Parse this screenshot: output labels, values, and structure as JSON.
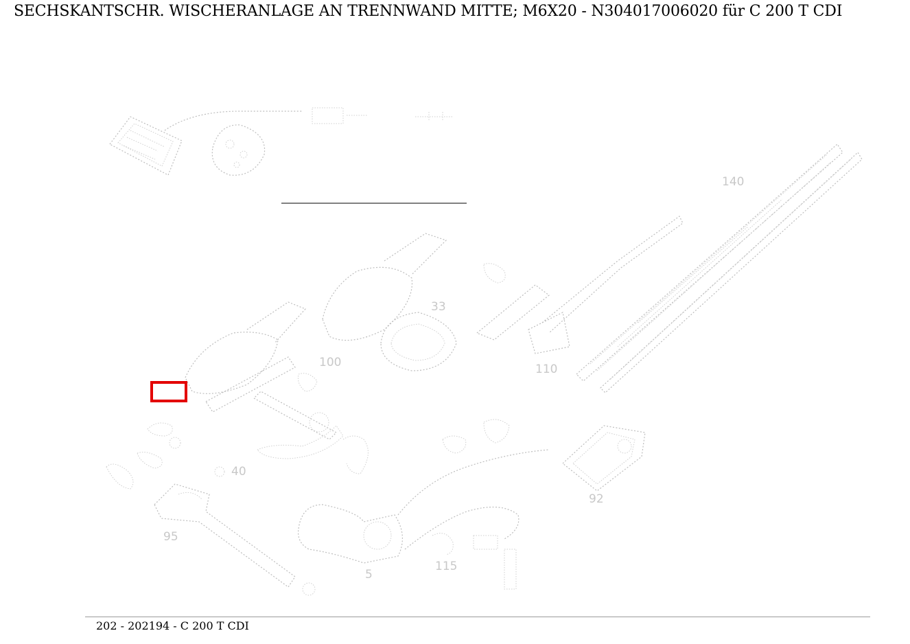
{
  "header": {
    "title": "SECHSKANTSCHR. WISCHERANLAGE AN TRENNWAND MITTE; M6X20 - N304017006020 für C 200 T CDI"
  },
  "footer": {
    "text": "202 - 202194 - C 200 T CDI"
  },
  "highlight": {
    "color": "#e30000"
  },
  "callouts": {
    "n1": "40",
    "n2": "140",
    "n3": "100",
    "n4": "110",
    "n5": "33",
    "n6": "92",
    "n7": "95",
    "n8": "5",
    "n9": "115"
  }
}
